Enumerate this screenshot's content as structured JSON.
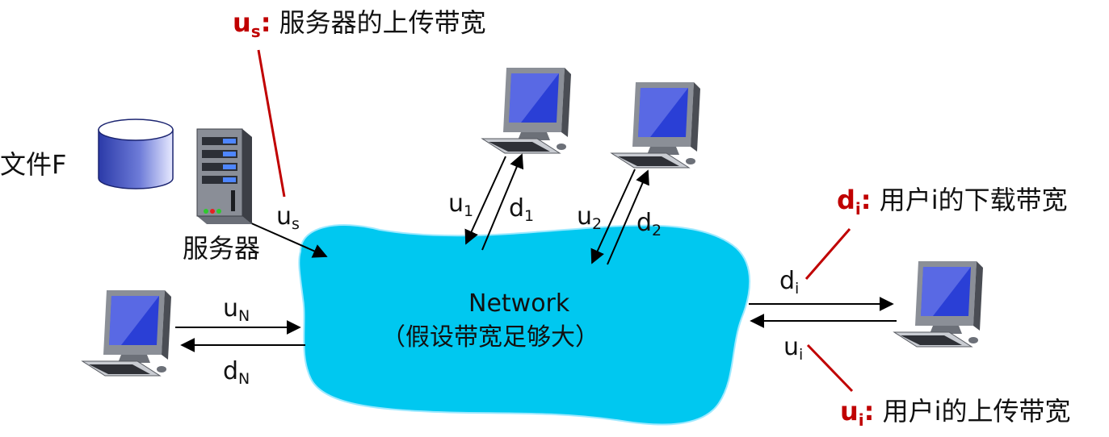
{
  "annotations": {
    "server_upload": {
      "sym": "u",
      "sub": "s",
      "colon": ":",
      "text": " 服务器的上传带宽"
    },
    "peer_download": {
      "sym": "d",
      "sub": "i",
      "colon": ":",
      "text": " 用户i的下载带宽"
    },
    "peer_upload": {
      "sym": "u",
      "sub": "i",
      "colon": ":",
      "text": " 用户i的上传带宽"
    }
  },
  "file_label": "文件F",
  "server_label": "服务器",
  "network": {
    "title": "Network",
    "subtitle": "（假设带宽足够大）"
  },
  "links": {
    "us": {
      "sym": "u",
      "sub": "s"
    },
    "u1": {
      "sym": "u",
      "sub": "1"
    },
    "d1": {
      "sym": "d",
      "sub": "1"
    },
    "u2": {
      "sym": "u",
      "sub": "2"
    },
    "d2": {
      "sym": "d",
      "sub": "2"
    },
    "uN": {
      "sym": "u",
      "sub": "N"
    },
    "dN": {
      "sym": "d",
      "sub": "N"
    },
    "di": {
      "sym": "d",
      "sub": "i"
    },
    "ui": {
      "sym": "u",
      "sub": "i"
    }
  },
  "colors": {
    "network_cloud": "#00c8f0",
    "annotation_red": "#c00000",
    "screen_blue": "#2a3fd6",
    "file_cylinder": "#2b3aa8"
  },
  "icons": [
    "database-icon",
    "server-icon",
    "computer-icon"
  ]
}
